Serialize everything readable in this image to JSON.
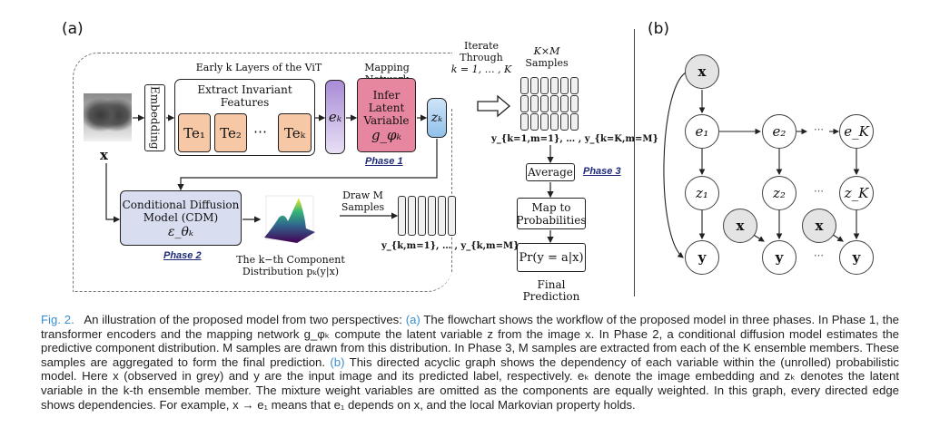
{
  "panel_a": {
    "label": "(a)",
    "input_symbol": "x",
    "embedding_label": "Embedding",
    "vit_title": "Early k Layers of the ViT",
    "extract_label_line1": "Extract Invariant",
    "extract_label_line2": "Features",
    "encoders": [
      "Te₁",
      "Te₂",
      "⋯",
      "Teₖ"
    ],
    "ek_label": "eₖ",
    "mapping_title": "Mapping Network",
    "infer_lines": [
      "Infer",
      "Latent",
      "Variable",
      "g_φₖ"
    ],
    "zk_label": "zₖ",
    "phase1": "Phase 1",
    "iterate_lines": [
      "Iterate",
      "Through",
      "k = 1, … , K"
    ],
    "km_title_line1": "K×M",
    "km_title_line2": "Samples",
    "km_samples_label": "y_{k=1,m=1}, … , y_{k=K,m=M}",
    "average_label": "Average",
    "phase3": "Phase 3",
    "map_lines": [
      "Map to",
      "Probabilities"
    ],
    "pr_label": "Pr(y = a|x)",
    "final_prediction": "Final Prediction",
    "cdm_lines": [
      "Conditional Diffusion",
      "Model (CDM)",
      "ε_θₖ"
    ],
    "phase2": "Phase 2",
    "component_line1": "The k−th Component",
    "component_line2": "Distribution pₖ(y|x)",
    "draw_line1": "Draw M",
    "draw_line2": "Samples",
    "m_samples_label": "y_{k,m=1}, … , y_{k,m=M}"
  },
  "panel_b": {
    "label": "(b)",
    "nodes": {
      "x_top": "x",
      "e1": "e₁",
      "e2": "e₂",
      "eK": "e_K",
      "z1": "z₁",
      "z2": "z₂",
      "zK": "z_K",
      "x2": "x",
      "xK": "x",
      "y1": "y",
      "y2": "y",
      "yK": "y"
    },
    "ellipsis": "⋯"
  },
  "caption": {
    "fig": "Fig. 2.",
    "intro": "An illustration of the proposed model from two perspectives:",
    "a_ref": "(a)",
    "a_text": "The flowchart shows the workflow of the proposed model in three phases. In Phase 1, the transformer encoders and the mapping network g_φₖ compute the latent variable z from the image x. In Phase 2, a conditional diffusion model estimates the predictive component distribution. M samples are drawn from this distribution. In Phase 3, M samples are extracted from each of the K ensemble members. These samples are aggregated to form the final prediction.",
    "b_ref": "(b)",
    "b_text": "This directed acyclic graph shows the dependency of each variable within the (unrolled) probabilistic model. Here x (observed in grey) and y are the input image and its predicted label, respectively. eₖ denote the image embedding and zₖ denotes the latent variable in the k-th ensemble member. The mixture weight variables are omitted as the components are equally weighted. In this graph, every directed edge shows dependencies. For example, x → e₁ means that e₁ depends on x, and the local Markovian property holds."
  }
}
